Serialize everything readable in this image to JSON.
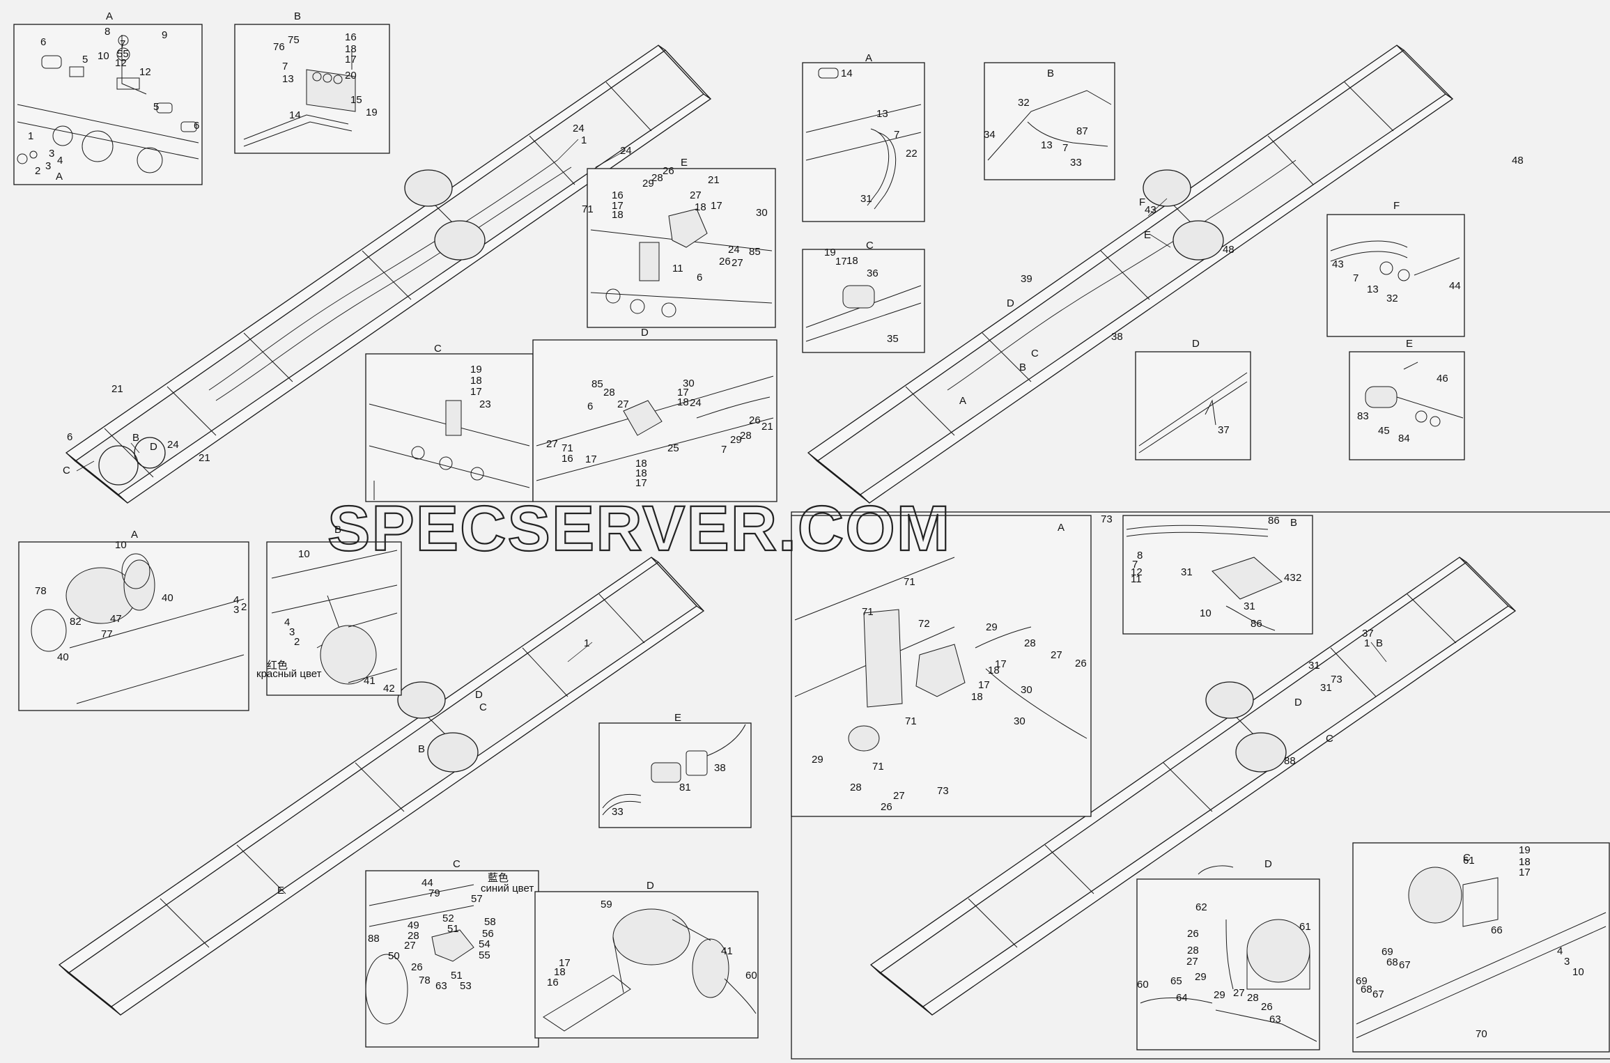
{
  "watermark": "SPECSERVER.COM",
  "insets": {
    "tl_a": {
      "title": "A",
      "bottom_title": "A",
      "callouts": [
        "6",
        "8",
        "9",
        "7",
        "55",
        "5",
        "10",
        "12",
        "12",
        "5",
        "6",
        "1",
        "3",
        "4",
        "2",
        "3"
      ]
    },
    "tl_b": {
      "title": "B",
      "callouts": [
        "76",
        "75",
        "7",
        "13",
        "16",
        "18",
        "17",
        "20",
        "15",
        "14",
        "19"
      ]
    },
    "tl_c": {
      "title": "C",
      "callouts": [
        "19",
        "18",
        "17",
        "23"
      ]
    },
    "tl_d": {
      "title": "D",
      "callouts": [
        "85",
        "28",
        "27",
        "6",
        "17",
        "18",
        "30",
        "24",
        "26",
        "21",
        "25",
        "7",
        "29",
        "28",
        "27",
        "71",
        "16",
        "17",
        "18",
        "18",
        "17",
        "16"
      ]
    },
    "tl_e": {
      "title": "E",
      "callouts": [
        "26",
        "28",
        "21",
        "29",
        "27",
        "16",
        "17",
        "18",
        "71",
        "18",
        "17",
        "30",
        "85",
        "24",
        "26",
        "27",
        "11",
        "6"
      ]
    },
    "tr_a": {
      "title": "A",
      "callouts": [
        "14",
        "13",
        "7",
        "22",
        "31"
      ]
    },
    "tr_b": {
      "title": "B",
      "callouts": [
        "32",
        "34",
        "13",
        "87",
        "7",
        "33"
      ]
    },
    "tr_c": {
      "title": "C",
      "callouts": [
        "19",
        "17",
        "18",
        "36",
        "35"
      ]
    },
    "tr_d": {
      "title": "D",
      "callouts": [
        "37"
      ]
    },
    "tr_e": {
      "title": "E",
      "callouts": [
        "46",
        "83",
        "45",
        "84"
      ]
    },
    "tr_f": {
      "title": "F",
      "callouts": [
        "43",
        "7",
        "13",
        "32",
        "44"
      ]
    },
    "ml_a": {
      "title": "A",
      "callouts": [
        "10",
        "78",
        "82",
        "47",
        "77",
        "40",
        "40",
        "4",
        "3",
        "2"
      ]
    },
    "ml_b": {
      "title": "B",
      "callouts": [
        "10",
        "4",
        "3",
        "2",
        "41",
        "42"
      ],
      "color_label_cn": "红色",
      "color_label_ru": "красный цвет"
    },
    "mc_e": {
      "title": "E",
      "callouts": [
        "38",
        "81",
        "33"
      ]
    },
    "bl_c": {
      "title": "C",
      "callouts": [
        "44",
        "79",
        "57",
        "49",
        "52",
        "51",
        "58",
        "28",
        "56",
        "27",
        "54",
        "50",
        "26",
        "55",
        "88",
        "78",
        "63",
        "51",
        "53"
      ],
      "color_label_cn": "藍色",
      "color_label_ru": "синий цвет"
    },
    "bl_d": {
      "title": "D",
      "callouts": [
        "59",
        "41",
        "60",
        "17",
        "18",
        "16"
      ]
    },
    "br_a": {
      "title": "A",
      "callouts": [
        "71",
        "72",
        "29",
        "71",
        "28",
        "27",
        "26",
        "17",
        "18",
        "30",
        "17",
        "18",
        "71",
        "30",
        "29",
        "71",
        "28",
        "27",
        "26",
        "73"
      ]
    },
    "br_b": {
      "title": "B",
      "callouts": [
        "73",
        "86",
        "8",
        "7",
        "12",
        "11",
        "31",
        "43",
        "2",
        "10",
        "31",
        "86"
      ]
    },
    "br_c": {
      "title": "C",
      "callouts": [
        "61",
        "19",
        "18",
        "17",
        "66",
        "69",
        "68",
        "67",
        "69",
        "68",
        "67",
        "4",
        "3",
        "10",
        "70"
      ]
    },
    "br_d": {
      "title": "D",
      "callouts": [
        "62",
        "61",
        "26",
        "28",
        "27",
        "60",
        "29",
        "65",
        "64",
        "29",
        "27",
        "28",
        "26",
        "63"
      ]
    }
  },
  "frames": {
    "tl": {
      "callouts": [
        "24",
        "1",
        "24",
        "21",
        "6",
        "B",
        "D",
        "C",
        "24",
        "21"
      ]
    },
    "tr": {
      "callouts": [
        "48",
        "F",
        "43",
        "E",
        "48",
        "39",
        "D",
        "38",
        "C",
        "B",
        "A"
      ]
    },
    "bl": {
      "callouts": [
        "1",
        "D",
        "C",
        "B",
        "E"
      ]
    },
    "br": {
      "callouts": [
        "1",
        "B",
        "37",
        "31",
        "73",
        "31",
        "D",
        "C",
        "88"
      ]
    }
  },
  "colors": {
    "line": "#1a1a1a",
    "paper": "#f2f2f2"
  }
}
